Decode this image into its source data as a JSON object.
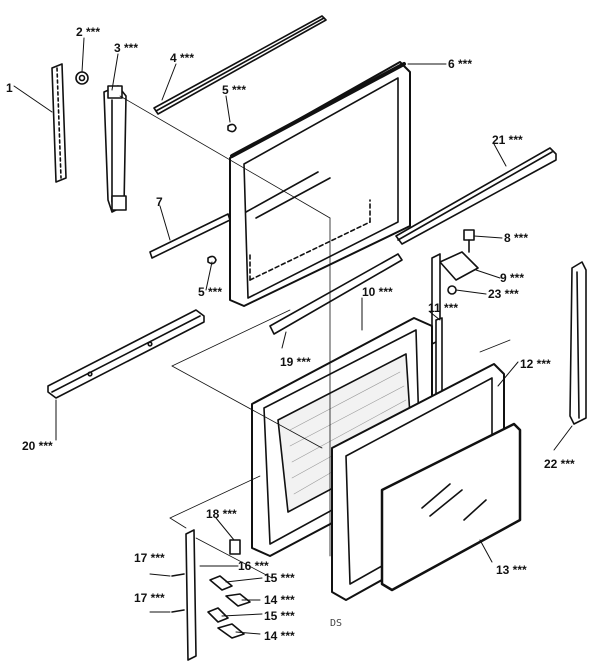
{
  "diagram": {
    "labels": {
      "p1": "1",
      "p2": "2 ***",
      "p3": "3 ***",
      "p4": "4 ***",
      "p5a": "5 ***",
      "p5b": "5 ***",
      "p6": "6 ***",
      "p7": "7",
      "p8": "8 ***",
      "p9": "9 ***",
      "p10": "10 ***",
      "p11": "11 ***",
      "p12": "12 ***",
      "p13": "13 ***",
      "p14a": "14 ***",
      "p14b": "14 ***",
      "p15a": "15 ***",
      "p15b": "15 ***",
      "p16": "16 ***",
      "p17a": "17 ***",
      "p17b": "17 ***",
      "p18": "18 ***",
      "p19": "19 ***",
      "p20": "20 ***",
      "p21": "21 ***",
      "p22": "22 ***",
      "p23": "23 ***"
    },
    "drawing_code": "DS"
  }
}
